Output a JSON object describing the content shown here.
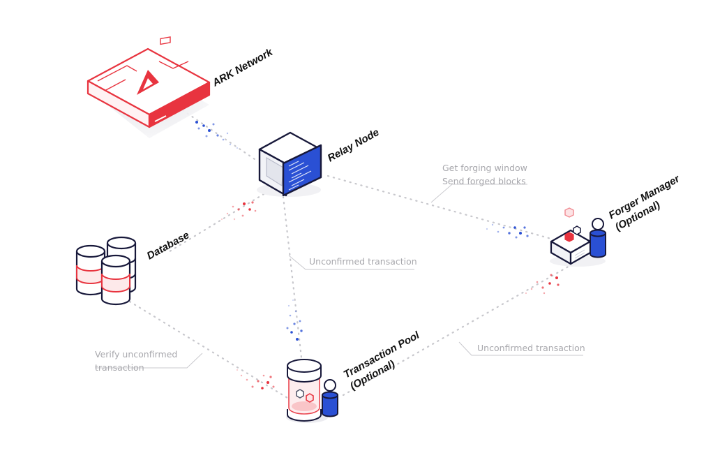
{
  "nodes": {
    "ark_network": "ARK Network",
    "relay_node": "Relay Node",
    "database": "Database",
    "forger_manager": {
      "line1": "Forger Manager",
      "line2": "(Optional)"
    },
    "transaction_pool": {
      "line1": "Transaction Pool",
      "line2": "(Optional)"
    }
  },
  "annotations": {
    "forging_window": {
      "line1": "Get forging window",
      "line2": "Send forged blocks"
    },
    "unconfirmed_relay": "Unconfirmed transaction",
    "unconfirmed_forger": "Unconfirmed transaction",
    "verify": {
      "line1": "Verify unconfirmed",
      "line2": "transaction"
    }
  },
  "colors": {
    "ark_red": "#e8343f",
    "relay_blue": "#2a50d4",
    "dark_navy": "#17183a",
    "link_gray": "#c7c7cc",
    "annotation_gray": "#a8a8ad"
  }
}
